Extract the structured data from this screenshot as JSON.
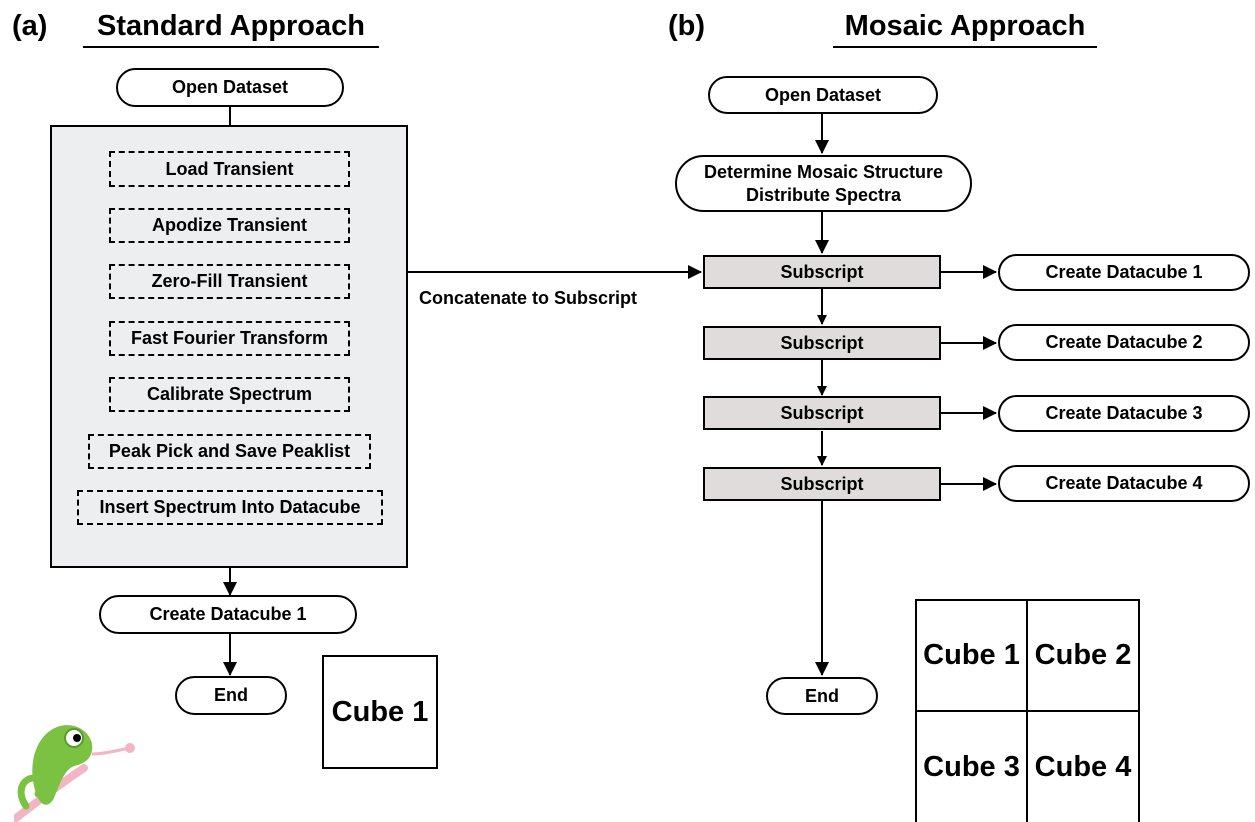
{
  "panel_a": {
    "tag": "(a)",
    "title": "Standard Approach",
    "open_dataset": "Open Dataset",
    "steps": [
      "Load Transient",
      "Apodize Transient",
      "Zero-Fill Transient",
      "Fast Fourier Transform",
      "Calibrate Spectrum",
      "Peak Pick and Save Peaklist",
      "Insert Spectrum Into Datacube"
    ],
    "create_datacube": "Create Datacube 1",
    "end": "End",
    "cube": "Cube 1"
  },
  "connector_label": "Concatenate to Subscript",
  "panel_b": {
    "tag": "(b)",
    "title": "Mosaic Approach",
    "open_dataset": "Open Dataset",
    "mosaic_line1": "Determine Mosaic Structure",
    "mosaic_line2": "Distribute Spectra",
    "subscripts": [
      "Subscript",
      "Subscript",
      "Subscript",
      "Subscript"
    ],
    "datacubes": [
      "Create Datacube 1",
      "Create Datacube 2",
      "Create Datacube 3",
      "Create Datacube 4"
    ],
    "end": "End",
    "cubes": [
      "Cube 1",
      "Cube 2",
      "Cube 3",
      "Cube 4"
    ]
  },
  "colors": {
    "panel_fill": "#eceef0",
    "subscript_fill": "#e0dcdc",
    "chameleon_green": "#7cc242",
    "tongue_pink": "#f2b5c4"
  }
}
